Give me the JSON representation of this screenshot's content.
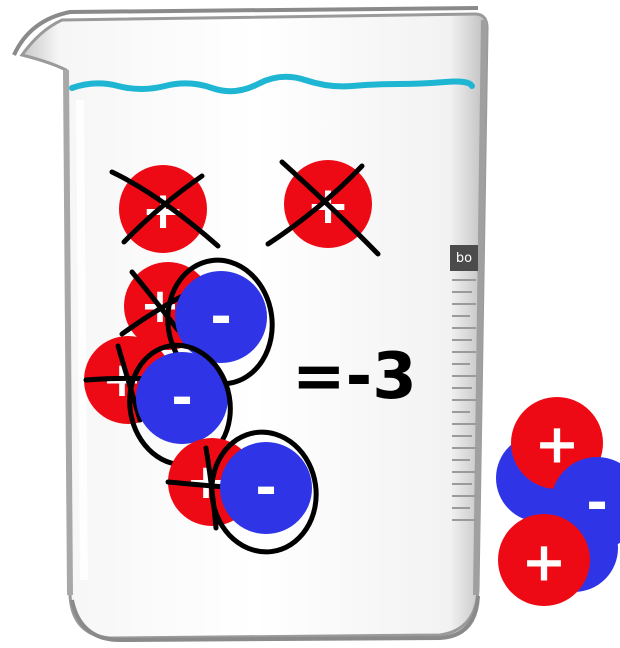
{
  "beaker": {
    "brand_label": "bo",
    "water_color": "#1fb6d4"
  },
  "ions": {
    "positive_sign": "+",
    "negative_sign": "-",
    "positive_color": "#ee0a14",
    "negative_color": "#2f35e6"
  },
  "annotation": {
    "equation": "=-3"
  },
  "icons": [
    "crossed-out-cation",
    "circled-anion",
    "ion-pair"
  ]
}
